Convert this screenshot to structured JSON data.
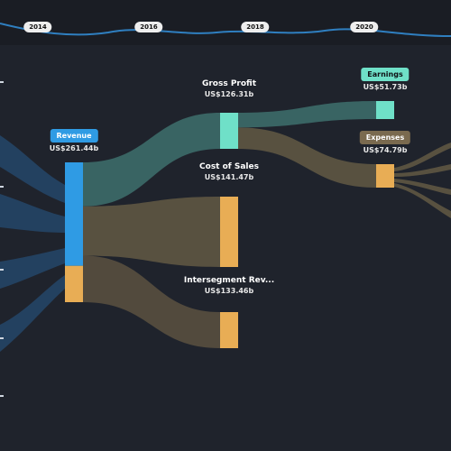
{
  "timeline": {
    "years": [
      "2014",
      "2016",
      "2018",
      "2020"
    ]
  },
  "chart_data": {
    "type": "sankey",
    "nodes": [
      {
        "id": "revenue",
        "name": "Revenue",
        "value_label": "US$261.44b",
        "color": "#2f9be4",
        "style": "pill"
      },
      {
        "id": "gross_profit",
        "name": "Gross Profit",
        "value_label": "US$126.31b",
        "color": "#6fe0c8",
        "style": "plain"
      },
      {
        "id": "cost_of_sales",
        "name": "Cost of Sales",
        "value_label": "US$141.47b",
        "color": "#e8ad55",
        "style": "plain"
      },
      {
        "id": "earnings",
        "name": "Earnings",
        "value_label": "US$51.73b",
        "color": "#6fe0c8",
        "style": "pill"
      },
      {
        "id": "expenses",
        "name": "Expenses",
        "value_label": "US$74.79b",
        "color": "#7a6a4f",
        "style": "pill-dark"
      },
      {
        "id": "nonsegment",
        "name": "Intersegment Rev...",
        "value_label": "US$133.46b",
        "color": "#e8ad55",
        "style": "plain"
      }
    ],
    "links": [
      {
        "source": "revenue",
        "target": "gross_profit",
        "value": 126.31
      },
      {
        "source": "revenue",
        "target": "cost_of_sales",
        "value": 141.47
      },
      {
        "source": "revenue",
        "target": "nonsegment",
        "value": 133.46
      },
      {
        "source": "gross_profit",
        "target": "earnings",
        "value": 51.73
      },
      {
        "source": "gross_profit",
        "target": "expenses",
        "value": 74.79
      }
    ]
  }
}
